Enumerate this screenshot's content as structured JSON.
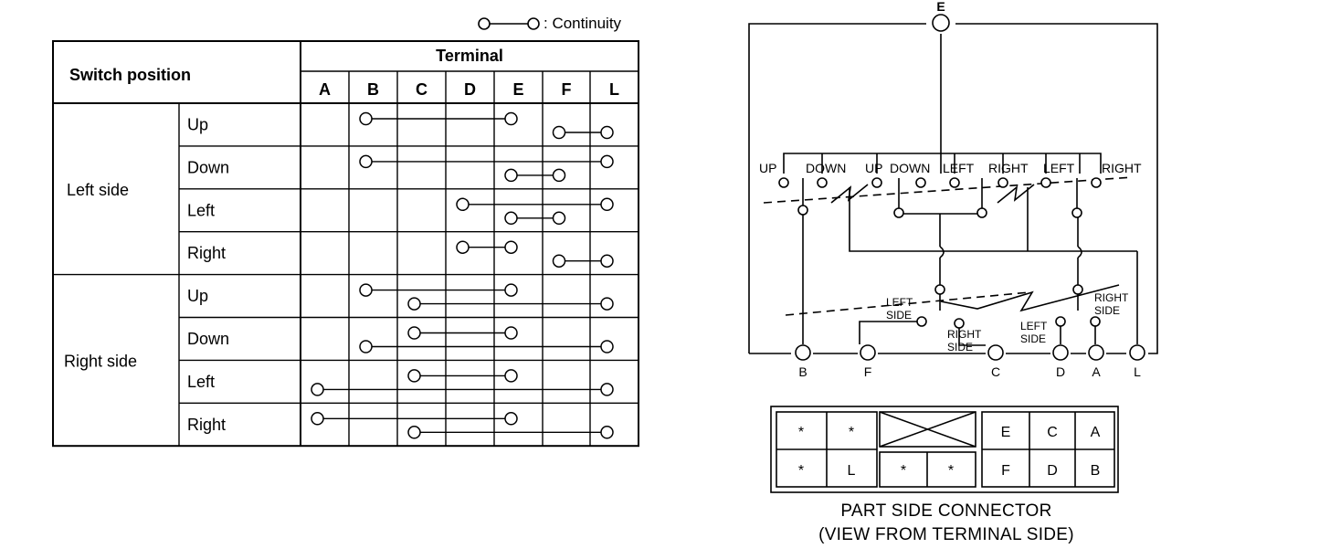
{
  "legend": {
    "label": ": Continuity"
  },
  "table": {
    "header_switch_position": "Switch position",
    "header_terminal": "Terminal",
    "columns": [
      "A",
      "B",
      "C",
      "D",
      "E",
      "F",
      "L"
    ],
    "groups": [
      {
        "label": "Left side",
        "positions": [
          {
            "label": "Up",
            "links": [
              [
                "B",
                "E"
              ],
              [
                "F",
                "L"
              ]
            ]
          },
          {
            "label": "Down",
            "links": [
              [
                "B",
                "L"
              ],
              [
                "E",
                "F"
              ]
            ]
          },
          {
            "label": "Left",
            "links": [
              [
                "D",
                "L"
              ],
              [
                "E",
                "F"
              ]
            ]
          },
          {
            "label": "Right",
            "links": [
              [
                "D",
                "E"
              ],
              [
                "F",
                "L"
              ]
            ]
          }
        ]
      },
      {
        "label": "Right side",
        "positions": [
          {
            "label": "Up",
            "links": [
              [
                "B",
                "E"
              ],
              [
                "C",
                "L"
              ]
            ]
          },
          {
            "label": "Down",
            "links": [
              [
                "C",
                "E"
              ],
              [
                "B",
                "L"
              ]
            ]
          },
          {
            "label": "Left",
            "links": [
              [
                "C",
                "E"
              ],
              [
                "A",
                "L"
              ]
            ]
          },
          {
            "label": "Right",
            "links": [
              [
                "A",
                "E"
              ],
              [
                "C",
                "L"
              ]
            ]
          }
        ]
      }
    ]
  },
  "schematic": {
    "top_terminal": "E",
    "switch_labels": [
      "UP",
      "DOWN",
      "UP",
      "DOWN",
      "LEFT",
      "RIGHT",
      "LEFT",
      "RIGHT"
    ],
    "selector_left_labels": [
      "LEFT",
      "SIDE"
    ],
    "selector_right_side_labels": [
      "RIGHT",
      "SIDE"
    ],
    "selector_left_side_labels": [
      "LEFT",
      "SIDE"
    ],
    "selector_right_labels": [
      "RIGHT",
      "SIDE"
    ],
    "bottom_terminals": [
      "B",
      "F",
      "C",
      "D",
      "A",
      "L"
    ]
  },
  "connector": {
    "top_row": [
      "*",
      "*",
      "",
      "E",
      "C",
      "A"
    ],
    "bottom_row": [
      "*",
      "L",
      "*",
      "*",
      "F",
      "D",
      "B"
    ],
    "caption_line1": "PART SIDE CONNECTOR",
    "caption_line2": "(VIEW FROM TERMINAL SIDE)"
  }
}
